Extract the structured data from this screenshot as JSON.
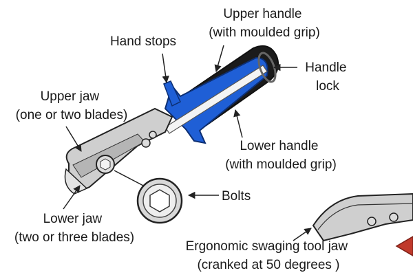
{
  "labels": {
    "upper_handle": [
      "Upper  handle",
      "(with moulded grip)"
    ],
    "hand_stops": [
      "Hand stops"
    ],
    "handle_lock": [
      "Handle",
      "lock"
    ],
    "upper_jaw": [
      "Upper jaw",
      "(one or two blades)"
    ],
    "lower_handle": [
      "Lower handle",
      "(with moulded grip)"
    ],
    "bolts": [
      "Bolts"
    ],
    "lower_jaw": [
      "Lower jaw",
      "(two or three blades)"
    ],
    "swaging_jaw": [
      "Ergonomic swaging tool jaw",
      "(cranked at 50 degrees  )"
    ]
  },
  "colors": {
    "handle_blue": "#1f5fd6",
    "grip_black": "#1b1b1b",
    "steel": "#cfcfcf",
    "outline": "#222222",
    "red_handle": "#c0392b"
  }
}
